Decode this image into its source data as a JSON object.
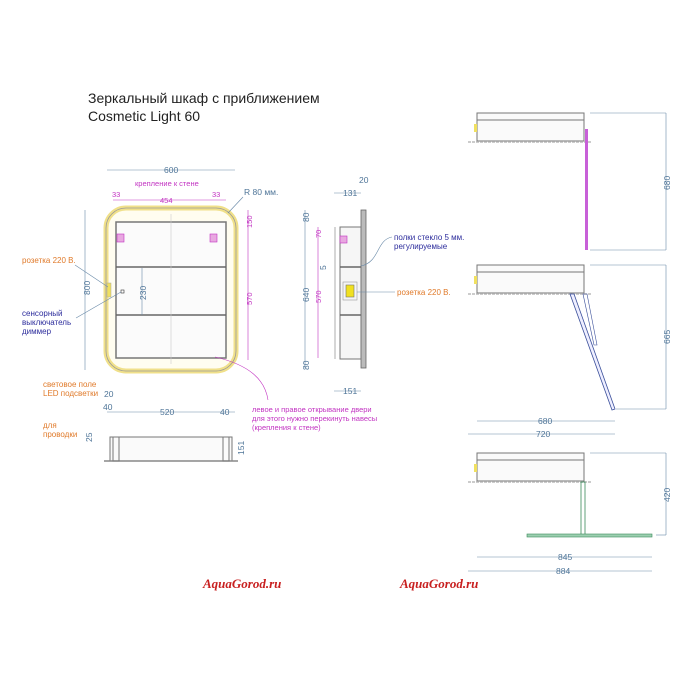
{
  "title": {
    "line1": "Зеркальный шкаф с приближением",
    "line2": "Cosmetic Light 60"
  },
  "front_view": {
    "width": "600",
    "mount_label": "крепление к стене",
    "mount_left": "33",
    "mount_span": "454",
    "mount_right": "33",
    "radius": "R 80 мм.",
    "height": "800",
    "top_offset": "150",
    "mount_height": "570",
    "shelf_gap": "230",
    "led_width": "20",
    "socket_label": "розетка 220 В.",
    "switch_label": [
      "сенсорный",
      "выключатель",
      "диммер"
    ],
    "led_label": [
      "световое поле",
      "LED подсветки"
    ],
    "door_note": [
      "левое и правое открывание двери",
      "для этого нужно перекинуть навесы",
      "(крепления к стене)"
    ]
  },
  "side_view": {
    "depth_top": "131",
    "glass": "20",
    "top": "80",
    "inner_top": "70",
    "gap": "5",
    "total": "640",
    "inner": "570",
    "bottom": "80",
    "depth_bottom": "151",
    "shelf_label": [
      "полки стекло 5 мм.",
      "регулируемые"
    ],
    "socket_label": "розетка 220 В."
  },
  "bottom_view": {
    "left": "40",
    "center": "520",
    "right": "40",
    "depth": "151",
    "hole": "25",
    "wiring_label": [
      "для",
      "проводки"
    ]
  },
  "open_views": [
    {
      "height": "680"
    },
    {
      "height": "665",
      "reach": "680",
      "total": "720"
    },
    {
      "height": "420",
      "reach": "845",
      "total": "884"
    }
  ],
  "watermarks": [
    "AquaGorod.ru",
    "AquaGorod.ru"
  ],
  "colors": {
    "dimension": "#4f7598",
    "magenta": "#c233c2",
    "orange": "#e07a2a",
    "navy": "#2c2c9c",
    "watermark": "#c82020",
    "led": "#f0e08a"
  }
}
